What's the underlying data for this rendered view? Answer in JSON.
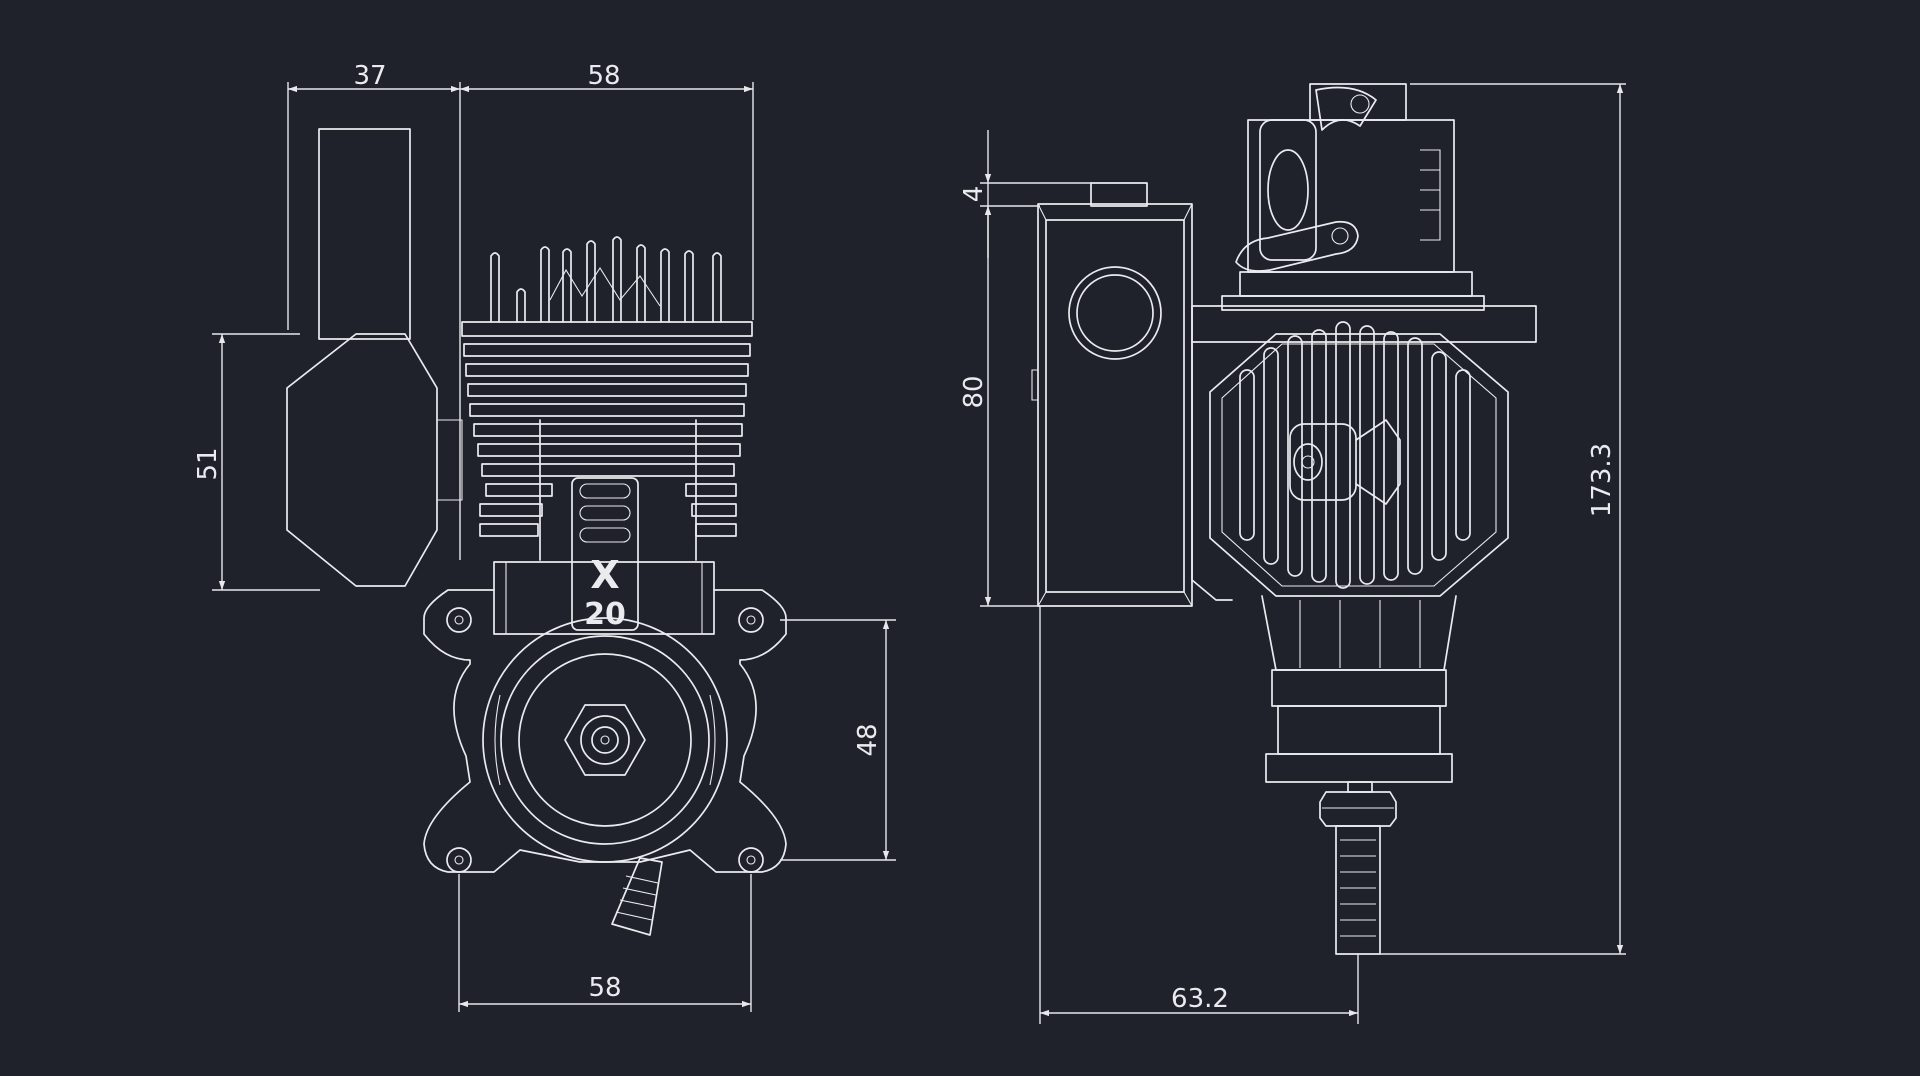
{
  "colors": {
    "background": "#1f222a",
    "line": "#e9ebef"
  },
  "dimensions": {
    "front_tank_width": "37",
    "front_body_width": "58",
    "front_tank_height": "51",
    "front_mount_height": "48",
    "front_mount_width": "58",
    "side_small_offset": "4",
    "side_tank_height": "80",
    "side_total_height": "173.3",
    "side_depth": "63.2"
  },
  "engine_logo": {
    "mark": "X",
    "model": "20"
  }
}
